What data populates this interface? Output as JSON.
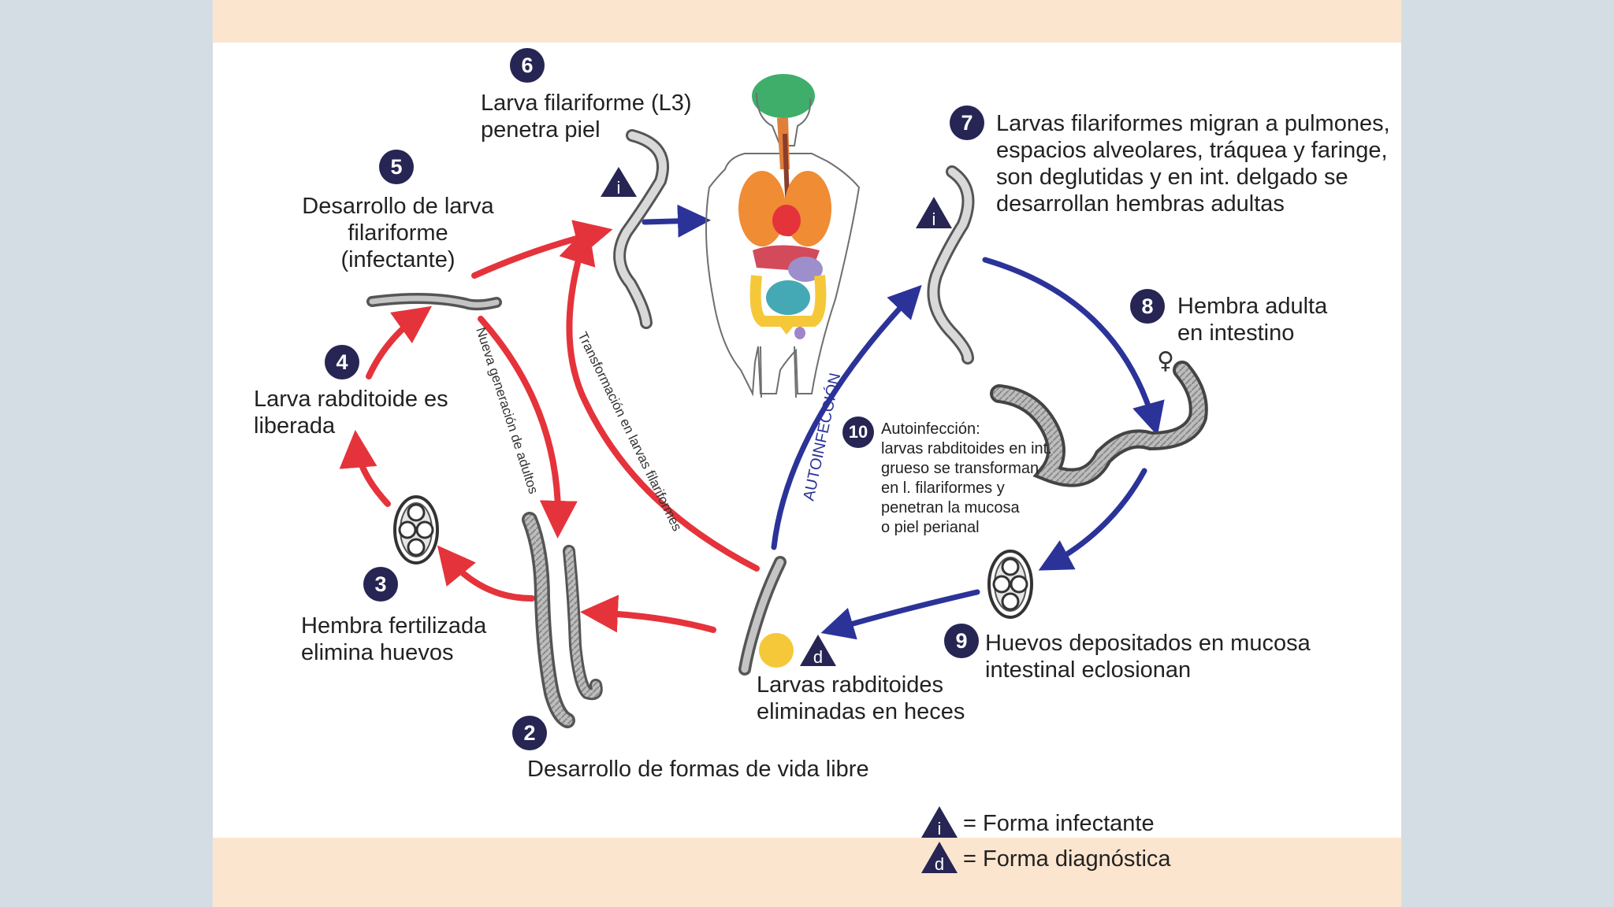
{
  "colors": {
    "background": "#d3dde3",
    "frame": "#fce5cf",
    "panel": "#ffffff",
    "badge": "#262553",
    "red_arrow": "#e5333b",
    "blue_arrow": "#2b3399",
    "egg_dot": "#f5c83a"
  },
  "steps": {
    "s2": {
      "number": "2",
      "text": "Desarrollo de formas de vida libre"
    },
    "s3": {
      "number": "3",
      "text": "Hembra fertilizada\nelimina huevos"
    },
    "s4": {
      "number": "4",
      "text": "Larva rabditoide es\nliberada"
    },
    "s5": {
      "number": "5",
      "text": "Desarrollo de larva\nfilariforme\n(infectante)"
    },
    "s6": {
      "number": "6",
      "text": "Larva filariforme (L3)\npenetra piel"
    },
    "s7": {
      "number": "7",
      "text": "Larvas filariformes migran a pulmones,\nespacios alveolares, tráquea y faringe,\nson deglutidas y en int. delgado se\ndesarrollan hembras adultas"
    },
    "s8": {
      "number": "8",
      "text": "Hembra adulta\nen intestino"
    },
    "s9": {
      "number": "9",
      "text": "Huevos depositados en mucosa\nintestinal eclosionan"
    },
    "s10": {
      "number": "10",
      "text": "Autoinfección:\nlarvas rabditoides en int.\ngrueso se transforman\nen l. filariformes y\npenetran la mucosa\no piel perianal"
    },
    "s1": {
      "text": "Larvas rabditoides\neliminadas en heces"
    }
  },
  "arrow_labels": {
    "new_generation": "Nueva generación de adultos",
    "transformation": "Transformación en larvas filariformes",
    "autoinfection": "AUTOINFECCIÓN"
  },
  "symbols": {
    "female": "♀",
    "infective_letter": "i",
    "diagnostic_letter": "d"
  },
  "legend": {
    "infective": "= Forma infectante",
    "diagnostic": "= Forma diagnóstica"
  }
}
